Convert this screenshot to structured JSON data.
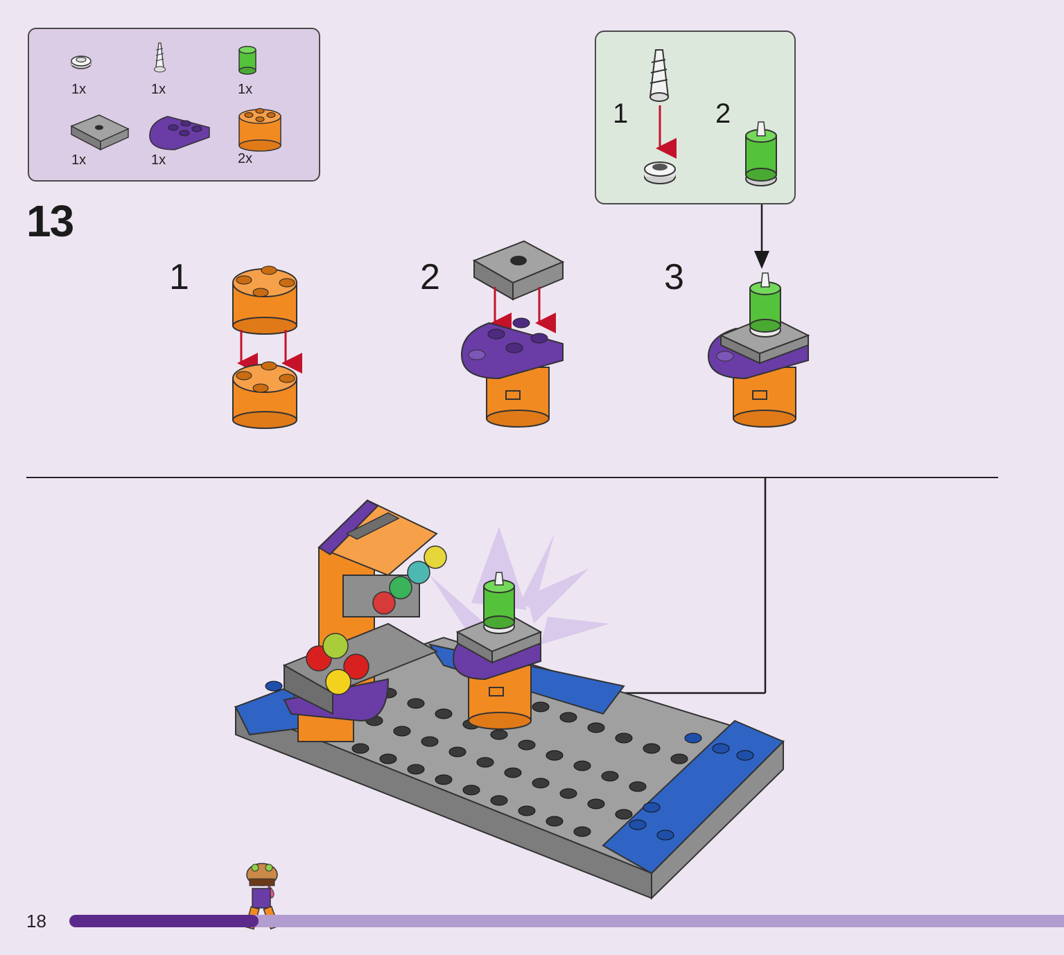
{
  "parts_list": {
    "items": [
      {
        "name": "round-plate-white",
        "qty": "1x",
        "color": "#e8e8e8"
      },
      {
        "name": "cone-spiral-white",
        "qty": "1x",
        "color": "#f0f0f0"
      },
      {
        "name": "round-brick-green",
        "qty": "1x",
        "color": "#55c23b"
      },
      {
        "name": "plate-gray-jumper",
        "qty": "1x",
        "color": "#8e8e8e"
      },
      {
        "name": "plate-purple-rounded",
        "qty": "1x",
        "color": "#6a3ca6"
      },
      {
        "name": "round-brick-orange",
        "qty": "2x",
        "color": "#f28a22"
      }
    ]
  },
  "step": {
    "number": "13"
  },
  "substeps": [
    {
      "label": "1"
    },
    {
      "label": "2"
    },
    {
      "label": "3"
    }
  ],
  "sub_assembly": {
    "labels": [
      "1",
      "2"
    ],
    "background": "#dde8dc"
  },
  "footer": {
    "page_number": "18",
    "progress": 0.19
  },
  "colors": {
    "orange": "#f28a22",
    "purple": "#6a3ca6",
    "gray": "#8e8e8e",
    "blue": "#2f64c4",
    "green": "#55c23b",
    "arrow_red": "#c4122b",
    "progress_dark": "#5b2a8a",
    "progress_light": "#b39ccf"
  }
}
